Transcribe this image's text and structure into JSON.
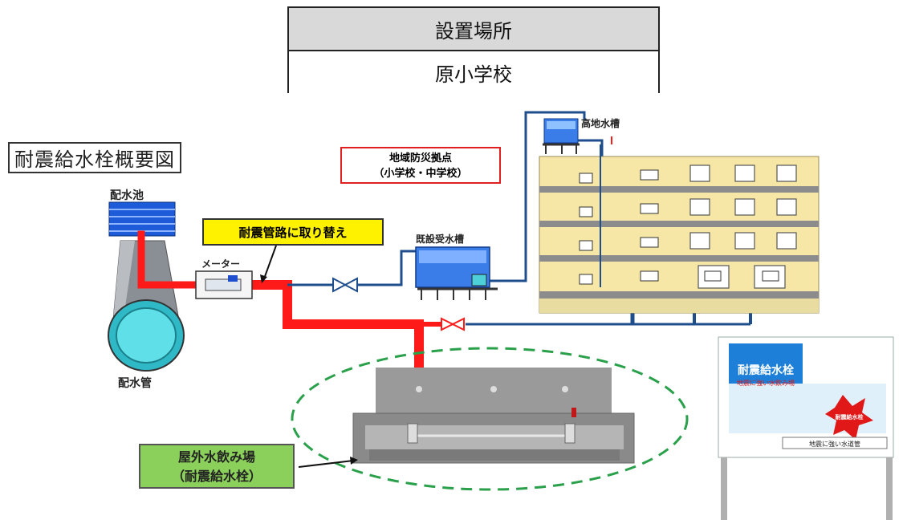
{
  "header": {
    "label": "設置場所",
    "value": "原小学校"
  },
  "diagram": {
    "title": "耐震給水栓概要図",
    "reservoir_label": "配水池",
    "pipe_label": "配水管",
    "meter_label": "メーター",
    "replace_label": "耐震管路に取り替え",
    "disaster_base_line1": "地域防災拠点",
    "disaster_base_line2": "（小学校・中学校）",
    "receiving_tank_label": "既設受水槽",
    "elevated_tank_label": "高地水槽",
    "fountain_line1": "屋外水飲み場",
    "fountain_line2": "（耐震給水栓）",
    "sign_title": "耐震給水栓",
    "sign_subtitle": "地震に強い水飲み場",
    "sign_badge": "耐震給水栓",
    "sign_footer": "地震に強い水道管"
  },
  "colors": {
    "seismic_pipe": "#ff1a1a",
    "existing_pipe": "#1f4e8c",
    "building_wall": "#f6e7a6",
    "reservoir": "#1e5bd8",
    "label_yellow": "#fff200",
    "label_green": "#8bd05a",
    "ellipse_dash": "#2aa04a"
  }
}
